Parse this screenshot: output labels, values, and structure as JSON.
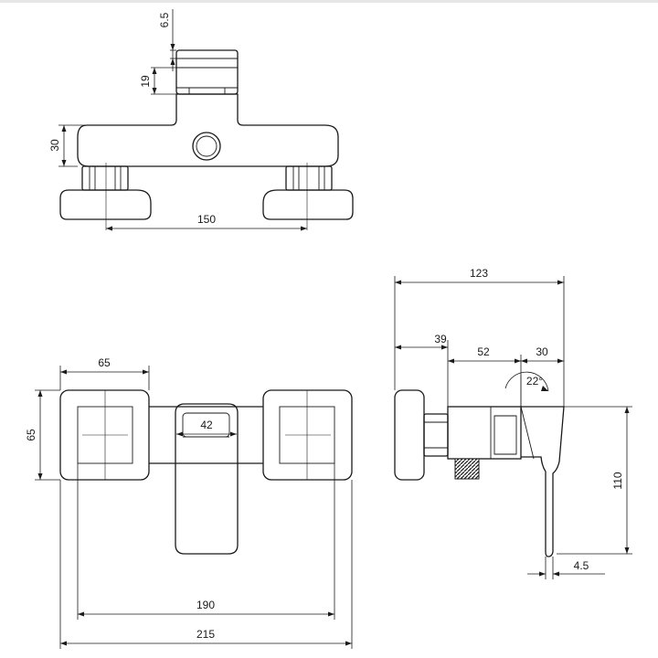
{
  "drawing": {
    "top_view": {
      "dims": {
        "cap_height": "6.5",
        "cartridge_height": "19",
        "body_height": "30",
        "eccentric_spacing": "150"
      }
    },
    "front_view": {
      "dims": {
        "handle_box": "65",
        "handle_box_height": "65",
        "lever_width": "42",
        "inner_width": "190",
        "overall_width": "215"
      }
    },
    "side_view": {
      "dims": {
        "overall_depth": "123",
        "wall_to_body": "39",
        "body_depth": "52",
        "lever_depth": "30",
        "lever_angle": "22°",
        "lever_height": "110",
        "lever_thickness": "4.5"
      }
    }
  }
}
